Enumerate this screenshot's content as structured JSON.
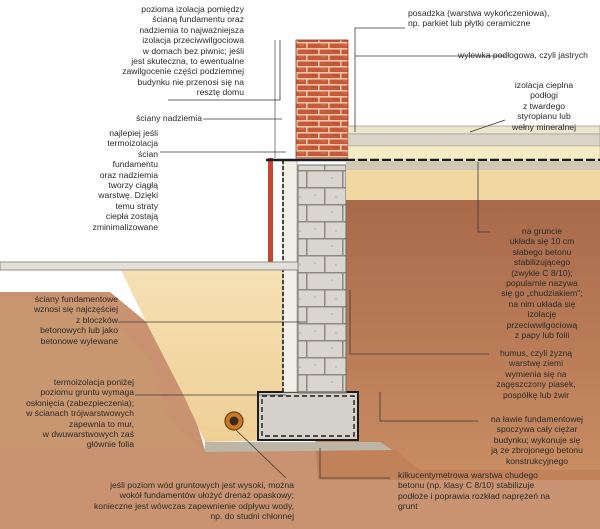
{
  "labels": {
    "poziom_izolacja": "pozioma izolacja pomiędzy\nścianą fundamentu oraz\nnadziemia to najważniejsza\nizolacja przeciwwilgociowa\nw domach bez piwnic; jeśli\njest skuteczna, to ewentualne\nzawilgocenie części podziemnej\nbudynku nie przenosi się na\nresztę domu",
    "sciany_nadziemia": "ściany nadziemia",
    "termoizolacja_scian": "najlepiej jeśli\ntermoizolacja\nścian\nfundamentu\noraz nadziemia\ntworzy ciągłą\nwarstwę. Dzięki\ntemu straty\nciepła zostają\nzminimalizowane",
    "sciany_fundamentowe": "ściany fundamentowe\nwznosi się najczęściej\nz bloczków\nbetonowych lub jako\nbetonowe wylewane",
    "termoizolacja_ponizej": "termoizolacja poniżej\npoziomu gruntu wymaga\nosłonięcia (zabezpieczenia);\nw ścianach trójwarstwowych\nzapewnia to mur,\nw dwuwarstwowych zaś\ngłównie folia",
    "drenaz": "jeśli poziom wód gruntowych jest wysoki, można\nwokół fundamentów ułożyć drenaż opaskowy;\nkonieczne jest wówczas zapewnienie odpływu wody,\nnp. do studni chłonnej",
    "posadzka": "posadzka (warstwa wykończeniowa),\nnp. parkiet lub płytki ceramiczne",
    "wylewka": "wylewka podłogowa, czyli jastrych",
    "izolacja_cieplna": "izolacja cieplna\npodłogi\nz twardego\nstyropianu lub\nwełny mineralnej",
    "na_gruncie": "na gruncie\nukłada się 10 cm\nsłabego betonu\nstabilizującego\n(zwykle C 8/10);\npopularnie nazywa\nsię go „chudziakiem\";\nna nim układa się\nizolację\nprzeciwwilgociową\nz papy lub folii",
    "humus": "humus, czyli żyzną\nwarstwę ziemi\nwymienia się na\nzagęszczony piasek,\npospółkę lub żwir",
    "lawie": "na ławie fundamentowej\nspoczywa cały ciężar\nbudynku; wykonuje się\nją ze zbrojonego betonu\nkonstrukcyjnego",
    "kilkucentymetrowa": "kilkucentymetrowa warstwa chudego\nbetonu (np. klasy C 8/10) stabilizuje\npodłoże i poprawia rozkład naprężeń na\ngrunt"
  },
  "colors": {
    "brick": "#c8583a",
    "brick_joint": "#e9c7a8",
    "block": "#d9d6cf",
    "block_joint": "#8e8a82",
    "sand": "#f3d9a6",
    "soil": "#b5754f",
    "soil_dark": "#8f5236",
    "screed": "#d8d4c8",
    "insulation": "#f4ecc4",
    "membrane": "#1c1c1c",
    "leader": "#3a3a3a",
    "drain": "#c77a26"
  }
}
